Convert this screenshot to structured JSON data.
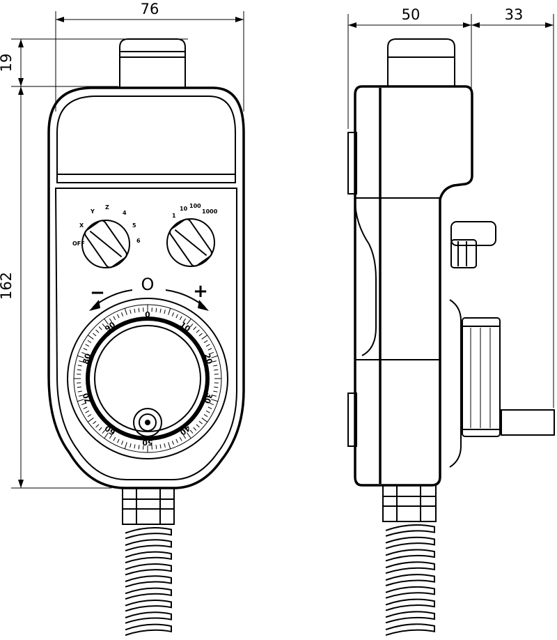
{
  "dimensions": {
    "front_width": "76",
    "top_height": "19",
    "total_height": "162",
    "side_depth": "50",
    "wheel_projection": "33"
  },
  "front_view": {
    "switch_left_labels": [
      "X",
      "Y",
      "Z",
      "4",
      "5",
      "6",
      "OFF"
    ],
    "switch_right_labels": [
      "1",
      "10",
      "100",
      "1000"
    ],
    "minus_label": "−",
    "zero_label": "O",
    "plus_label": "+",
    "dial_ticks": [
      "0",
      "10",
      "20",
      "30",
      "40",
      "50",
      "60",
      "70",
      "80",
      "90"
    ]
  }
}
